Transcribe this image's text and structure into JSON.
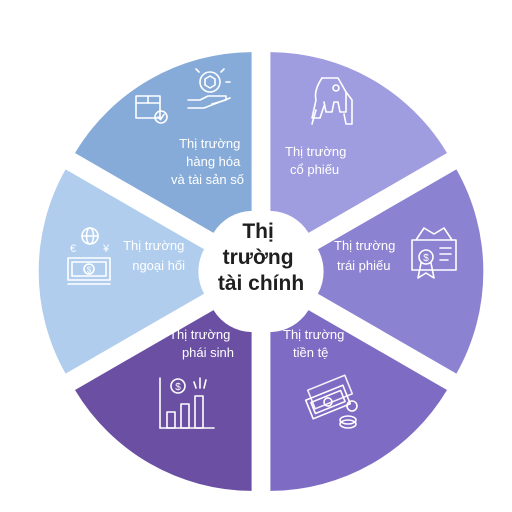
{
  "center": {
    "lines": [
      "Thị",
      "trường",
      "tài chính"
    ]
  },
  "segments": [
    {
      "id": "commodity",
      "lines": [
        "Thị trường",
        "hàng hóa",
        "và tài sản số"
      ],
      "color": "#86abd8",
      "icon": "hand-token-box-icon"
    },
    {
      "id": "stock",
      "lines": [
        "Thị trường",
        "cổ phiếu"
      ],
      "color": "#9f9ce0",
      "icon": "bull-bear-icon"
    },
    {
      "id": "bond",
      "lines": [
        "Thị trường",
        "trái phiếu"
      ],
      "color": "#8b82d1",
      "icon": "certificate-handshake-icon"
    },
    {
      "id": "currency",
      "lines": [
        "Thị trường",
        "tiền tệ"
      ],
      "color": "#7e6bc3",
      "icon": "money-coins-icon"
    },
    {
      "id": "derivative",
      "lines": [
        "Thị trường",
        "phái sinh"
      ],
      "color": "#6a4fa3",
      "icon": "bar-chart-coin-icon"
    },
    {
      "id": "forex",
      "lines": [
        "Thị trường",
        "ngoại hối"
      ],
      "color": "#b0cdee",
      "icon": "globe-exchange-icon"
    }
  ]
}
